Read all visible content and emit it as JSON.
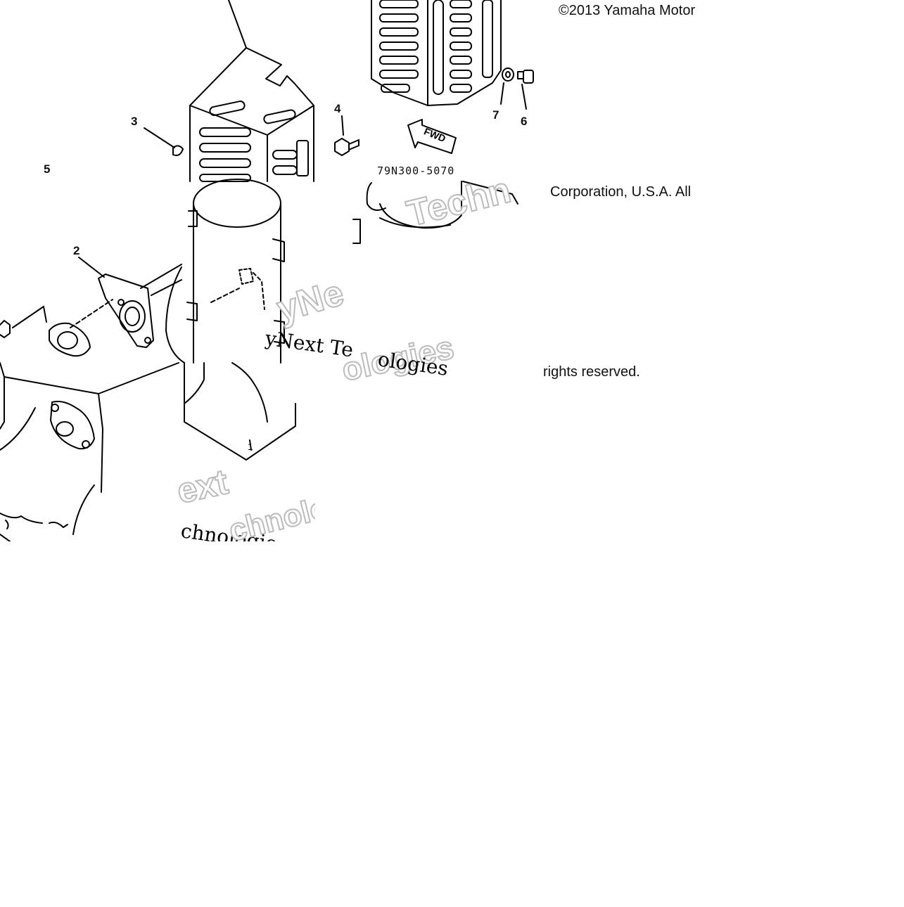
{
  "copyright": {
    "line1": "©2013 Yamaha Motor",
    "line2": "Corporation, U.S.A. All",
    "line3": "rights reserved."
  },
  "diagram": {
    "part_number": "79N300-5070",
    "fwd_label": "FWD",
    "callouts": [
      "2",
      "3",
      "4",
      "5",
      "6",
      "7"
    ],
    "marker": "1"
  },
  "watermark": {
    "line1": "yNext Te",
    "line2": "chnologies",
    "line3": "ext",
    "line4": "chnologie",
    "line5": "Techn",
    "line6": "yNe",
    "line7": "ologies",
    "line8": "ologies"
  }
}
